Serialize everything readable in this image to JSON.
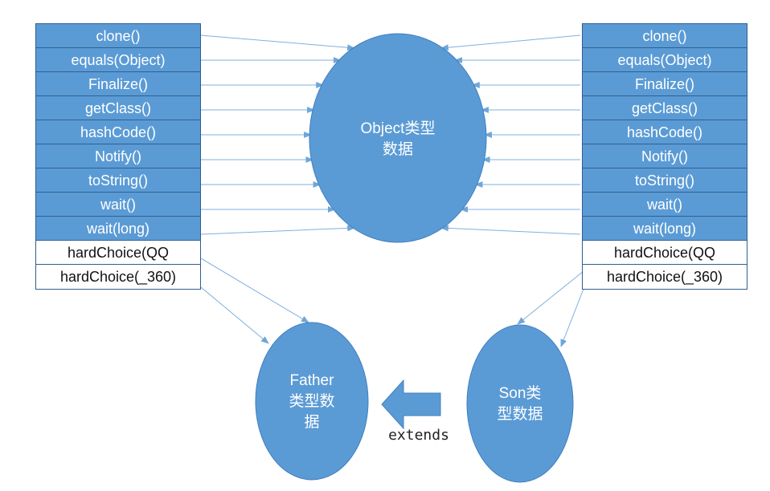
{
  "methods": [
    "clone()",
    "equals(Object)",
    "Finalize()",
    "getClass()",
    "hashCode()",
    "Notify()",
    "toString()",
    "wait()",
    "wait(long)"
  ],
  "extra_methods": [
    "hardChoice(QQ",
    "hardChoice(_360)"
  ],
  "object_label": "Object类型\n数据",
  "father_label": "Father\n类型数\n据",
  "son_label": "Son类\n型数据",
  "extends_label": "extends",
  "colors": {
    "blue": "#5b9bd5",
    "line": "#7fb0dd",
    "border": "#2f5f8f"
  }
}
